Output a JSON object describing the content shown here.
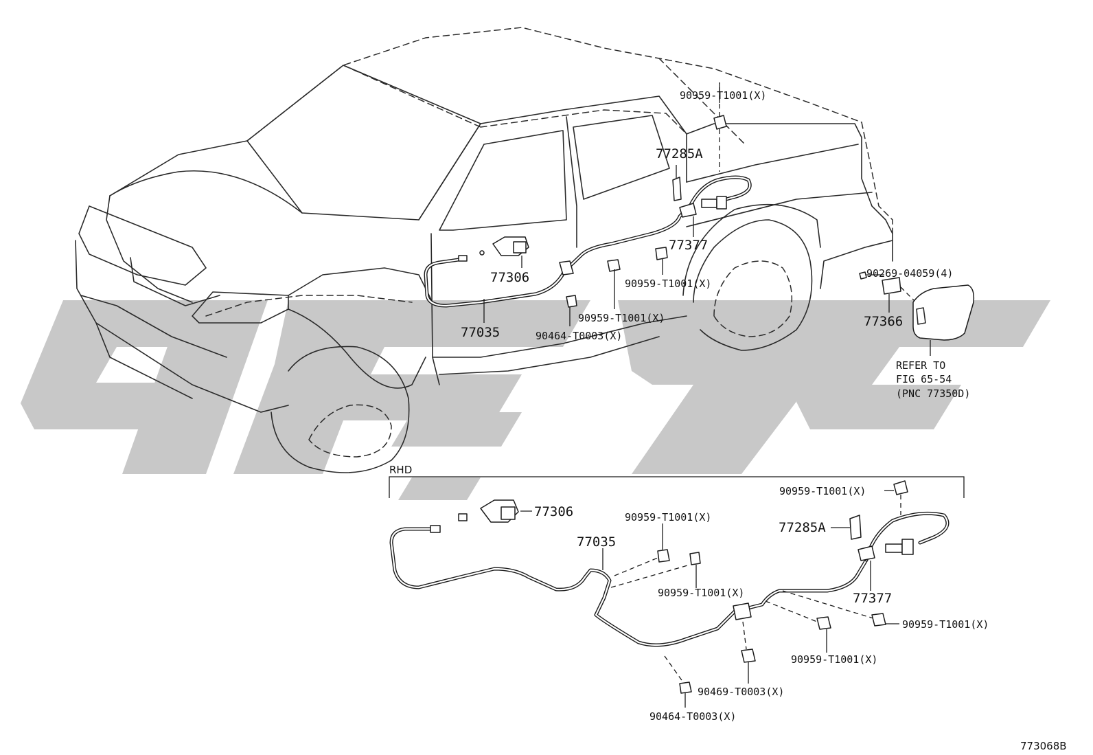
{
  "labels": {
    "main": {
      "p_90959_top": "90959-T1001(X)",
      "p_77285A": "77285A",
      "p_77377": "77377",
      "p_77306": "77306",
      "p_90959_a": "90959-T1001(X)",
      "p_90959_b": "90959-T1001(X)",
      "p_77035": "77035",
      "p_90464": "90464-T0003(X)",
      "p_90269": "90269-04059(4)",
      "p_77366": "77366",
      "refer_1": "REFER TO",
      "refer_2": "FIG 65-54",
      "refer_3": "(PNC 77350D)"
    },
    "rhd": {
      "title": "RHD",
      "p_77306": "77306",
      "p_90959_top": "90959-T1001(X)",
      "p_77285A": "77285A",
      "p_90959_mid": "90959-T1001(X)",
      "p_77035": "77035",
      "p_90959_low": "90959-T1001(X)",
      "p_77377": "77377",
      "p_90959_right": "90959-T1001(X)",
      "p_90959_bottom": "90959-T1001(X)",
      "p_90469": "90469-T0003(X)",
      "p_90464": "90464-T0003(X)"
    },
    "figure_id": "773068B"
  },
  "watermark": {
    "color": "#c8c8c8"
  }
}
